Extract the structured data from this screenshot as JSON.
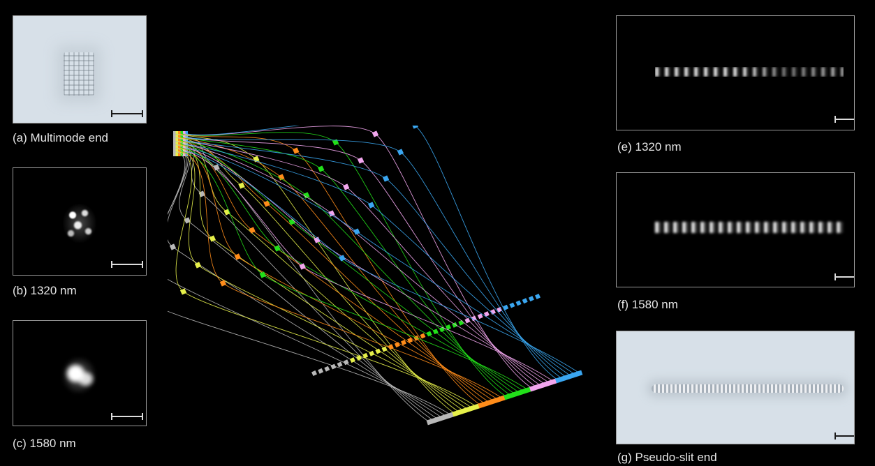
{
  "captions": {
    "a": "(a) Multimode end",
    "b": "(b) 1320 nm",
    "c": "(c) 1580 nm",
    "e": "(e) 1320 nm",
    "f": "(f) 1580 nm",
    "g": "(g) Pseudo-slit end"
  },
  "colors": {
    "background": "#000000",
    "waveguide_groups": [
      "#b8b8b8",
      "#e6f04a",
      "#ff8c1a",
      "#22e01a",
      "#f2a6ee",
      "#3aa6f0"
    ],
    "photo_background": "#d7e0e8",
    "panel_border": "#9a9a9a"
  }
}
